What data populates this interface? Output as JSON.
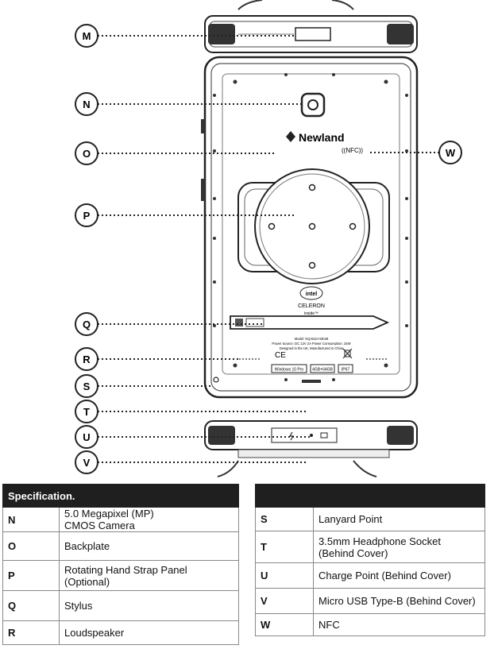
{
  "callouts": [
    {
      "letter": "M"
    },
    {
      "letter": "N"
    },
    {
      "letter": "O"
    },
    {
      "letter": "P"
    },
    {
      "letter": "Q"
    },
    {
      "letter": "R"
    },
    {
      "letter": "S"
    },
    {
      "letter": "T"
    },
    {
      "letter": "U"
    },
    {
      "letter": "V"
    },
    {
      "letter": "W"
    }
  ],
  "device": {
    "brand": "Newland",
    "nfc_mark": "((NFC))",
    "intel": "intel",
    "cpu": "CELERON",
    "inside": "inside™",
    "model_line": "Model: NQ-B10-H3048",
    "power_line": "Power Source: DC 12V 2A Power Consumption: 24W",
    "design_line": "Designed in the UK, Manufactured in China",
    "ce_mark": "CE",
    "os_label": "Windows 10 Pro",
    "memory_label": "4GB+64GB",
    "ip_label": "IP67"
  },
  "spec_left": {
    "header": "Specification.",
    "rows": [
      {
        "key": "N",
        "line1": "5.0 Megapixel (MP)",
        "line2": "CMOS Camera"
      },
      {
        "key": "O",
        "line1": "Backplate",
        "line2": ""
      },
      {
        "key": "P",
        "line1": "Rotating Hand Strap Panel",
        "line2": "(Optional)"
      },
      {
        "key": "Q",
        "line1": "Stylus",
        "line2": ""
      },
      {
        "key": "R",
        "line1": "Loudspeaker",
        "line2": ""
      }
    ]
  },
  "spec_right": {
    "header": "",
    "rows": [
      {
        "key": "S",
        "line1": "Lanyard Point",
        "line2": ""
      },
      {
        "key": "T",
        "line1": "3.5mm Headphone Socket",
        "line2": "(Behind Cover)"
      },
      {
        "key": "U",
        "line1": "Charge Point (Behind Cover)",
        "line2": ""
      },
      {
        "key": "V",
        "line1": "Micro USB Type-B (Behind Cover)",
        "line2": ""
      },
      {
        "key": "W",
        "line1": "NFC",
        "line2": ""
      }
    ]
  }
}
